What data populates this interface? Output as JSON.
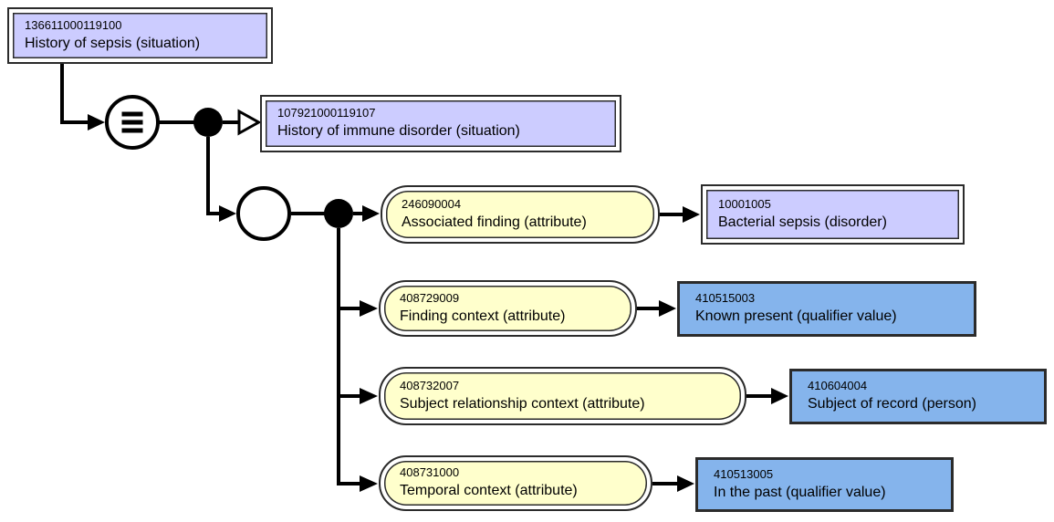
{
  "nodes": {
    "focus": {
      "id": "136611000119100",
      "term": "History of sepsis (situation)"
    },
    "parent": {
      "id": "107921000119107",
      "term": "History of immune disorder (situation)"
    },
    "attr1": {
      "id": "246090004",
      "term": "Associated finding (attribute)"
    },
    "val1": {
      "id": "10001005",
      "term": "Bacterial sepsis (disorder)"
    },
    "attr2": {
      "id": "408729009",
      "term": "Finding context (attribute)"
    },
    "val2": {
      "id": "410515003",
      "term": "Known present (qualifier value)"
    },
    "attr3": {
      "id": "408732007",
      "term": "Subject relationship context (attribute)"
    },
    "val3": {
      "id": "410604004",
      "term": "Subject of record (person)"
    },
    "attr4": {
      "id": "408731000",
      "term": "Temporal context (attribute)"
    },
    "val4": {
      "id": "410513005",
      "term": "In the past (qualifier value)"
    }
  },
  "colors": {
    "concept_fill": "#ccccff",
    "attribute_fill": "#ffffcc",
    "qualifier_fill": "#85b4ec",
    "line": "#000000",
    "border": "#2b2b2b",
    "canvas_bg": "#ffffff"
  }
}
